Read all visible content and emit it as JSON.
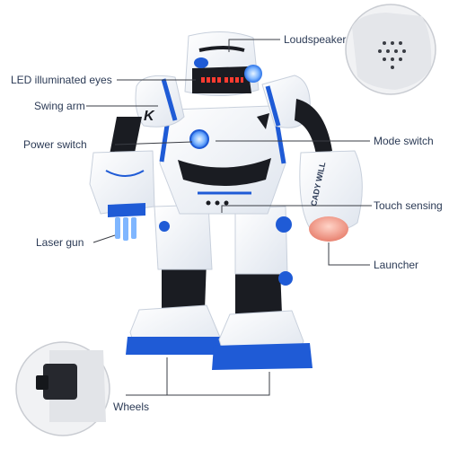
{
  "labels": {
    "loudspeaker": "Loudspeaker",
    "led_eyes": "LED illuminated eyes",
    "swing_arm": "Swing arm",
    "power_switch": "Power switch",
    "mode_switch": "Mode switch",
    "touch_sensing": "Touch sensing",
    "laser_gun": "Laser gun",
    "launcher": "Launcher",
    "wheels": "Wheels"
  },
  "product_text": {
    "launcher_print": "CADY WILL",
    "arm_logo": "K"
  },
  "colors": {
    "accent_blue": "#1f5bd6",
    "light_blue": "#7fb6ff",
    "body_white": "#f7f9fc",
    "dark": "#1a1c22",
    "label_text": "#2b3a55",
    "launcher_glow": "#f29a8a"
  }
}
